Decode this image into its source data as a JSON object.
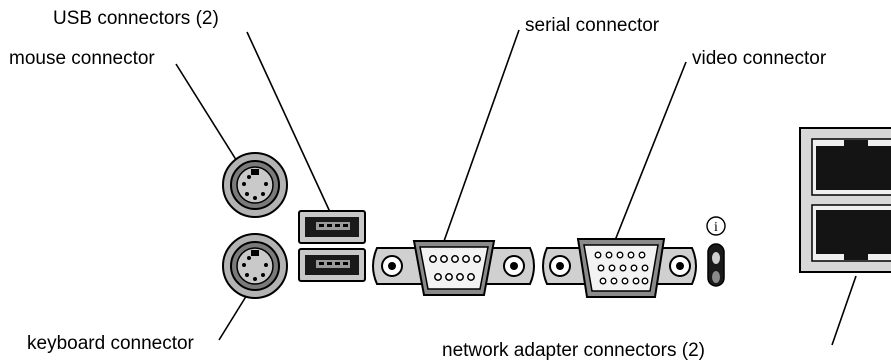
{
  "labels": {
    "usb": "USB connectors (2)",
    "mouse": "mouse connector",
    "serial": "serial connector",
    "video": "video connector",
    "keyboard": "keyboard connector",
    "network": "network adapter connectors (2)"
  },
  "indicator_symbol": "i"
}
